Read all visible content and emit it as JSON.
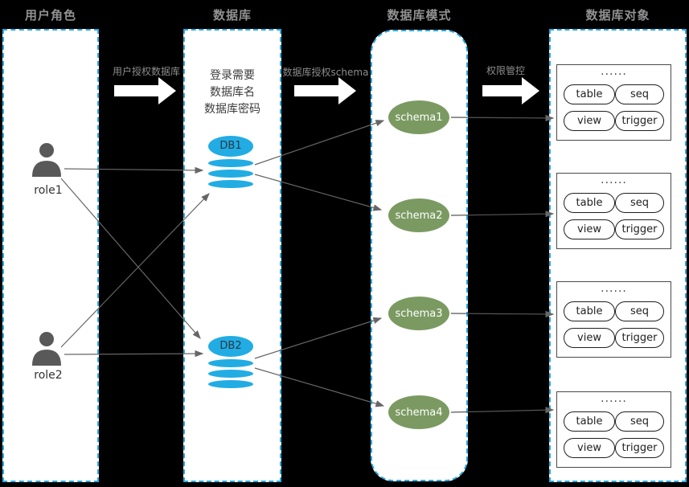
{
  "diagram": {
    "columns": [
      {
        "title": "用户角色"
      },
      {
        "title": "数据库",
        "note": {
          "line1": "登录需要",
          "line2": "数据库名",
          "line3": "数据库密码"
        }
      },
      {
        "title": "数据库模式"
      },
      {
        "title": "数据库对象"
      }
    ],
    "flow_labels": [
      "用户授权数据库",
      "数据库授权schema",
      "权限管控"
    ],
    "roles": [
      {
        "label": "role1"
      },
      {
        "label": "role2"
      }
    ],
    "databases": [
      {
        "label": "DB1"
      },
      {
        "label": "DB2"
      }
    ],
    "schemas": [
      {
        "label": "schema1"
      },
      {
        "label": "schema2"
      },
      {
        "label": "schema3"
      },
      {
        "label": "schema4"
      }
    ],
    "object_groups": [
      {
        "dots": "......",
        "pills": [
          "table",
          "seq",
          "view",
          "trigger"
        ]
      },
      {
        "dots": "......",
        "pills": [
          "table",
          "seq",
          "view",
          "trigger"
        ]
      },
      {
        "dots": "......",
        "pills": [
          "table",
          "seq",
          "view",
          "trigger"
        ]
      },
      {
        "dots": "......",
        "pills": [
          "table",
          "seq",
          "view",
          "trigger"
        ]
      }
    ],
    "colors": {
      "accent_cyan": "#29abe2",
      "db_cyan": "#21ace4",
      "schema_green": "#7b9a62",
      "person_gray": "#595959",
      "line_gray": "#666666"
    }
  }
}
